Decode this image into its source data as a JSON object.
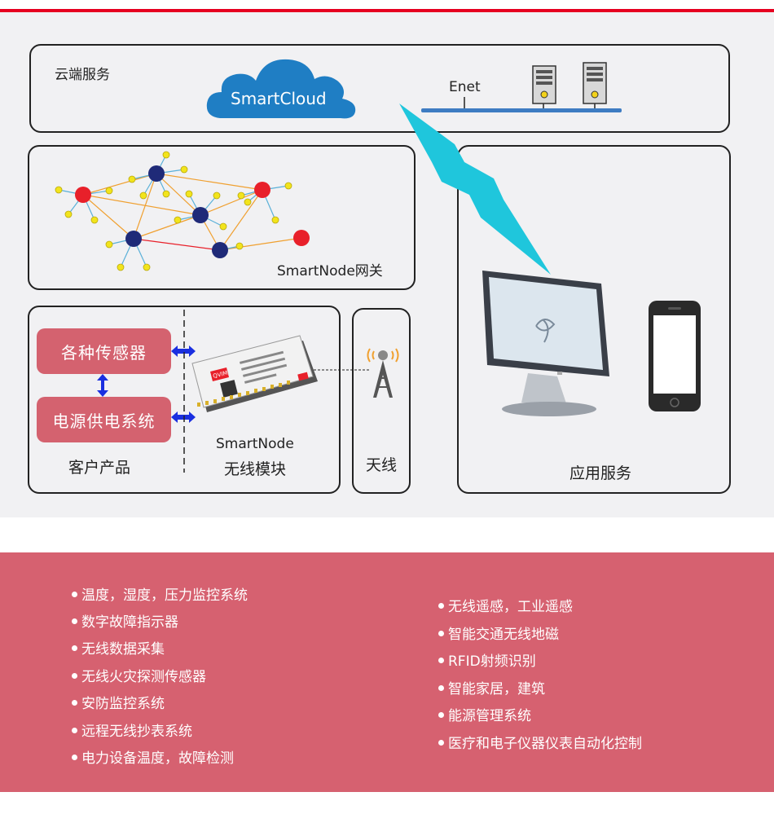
{
  "cloud_section": {
    "title": "云端服务",
    "cloud_label": "SmartCloud",
    "enet_label": "Enet"
  },
  "gateway_section": {
    "title": "SmartNode网关"
  },
  "customer_section": {
    "sensors_label": "各种传感器",
    "power_label": "电源供电系统",
    "product_label": "客户产品",
    "module_label_en": "SmartNode",
    "module_label_cn": "无线模块",
    "module_chip_brand": "QVIM"
  },
  "antenna_section": {
    "label": "天线"
  },
  "app_section": {
    "label": "应用服务"
  },
  "features": {
    "left": [
      "温度，湿度，压力监控系统",
      "数字故障指示器",
      "无线数据采集",
      "无线火灾探测传感器",
      "安防监控系统",
      "远程无线抄表系统",
      "电力设备温度，故障检测"
    ],
    "right": [
      "无线遥感，工业遥感",
      "智能交通无线地磁",
      "RFID射频识别",
      "智能家居，建筑",
      "能源管理系统",
      "医疗和电子仪器仪表自动化控制"
    ]
  },
  "colors": {
    "accent_red": "#e60020",
    "feature_bg": "#d66170",
    "button_pink": "#d4626f",
    "cloud_blue": "#1f7ec4",
    "lightning_cyan": "#1fc6dc",
    "node_red": "#e8202a",
    "node_navy": "#1f2a78",
    "node_yellow": "#f2e41c"
  }
}
